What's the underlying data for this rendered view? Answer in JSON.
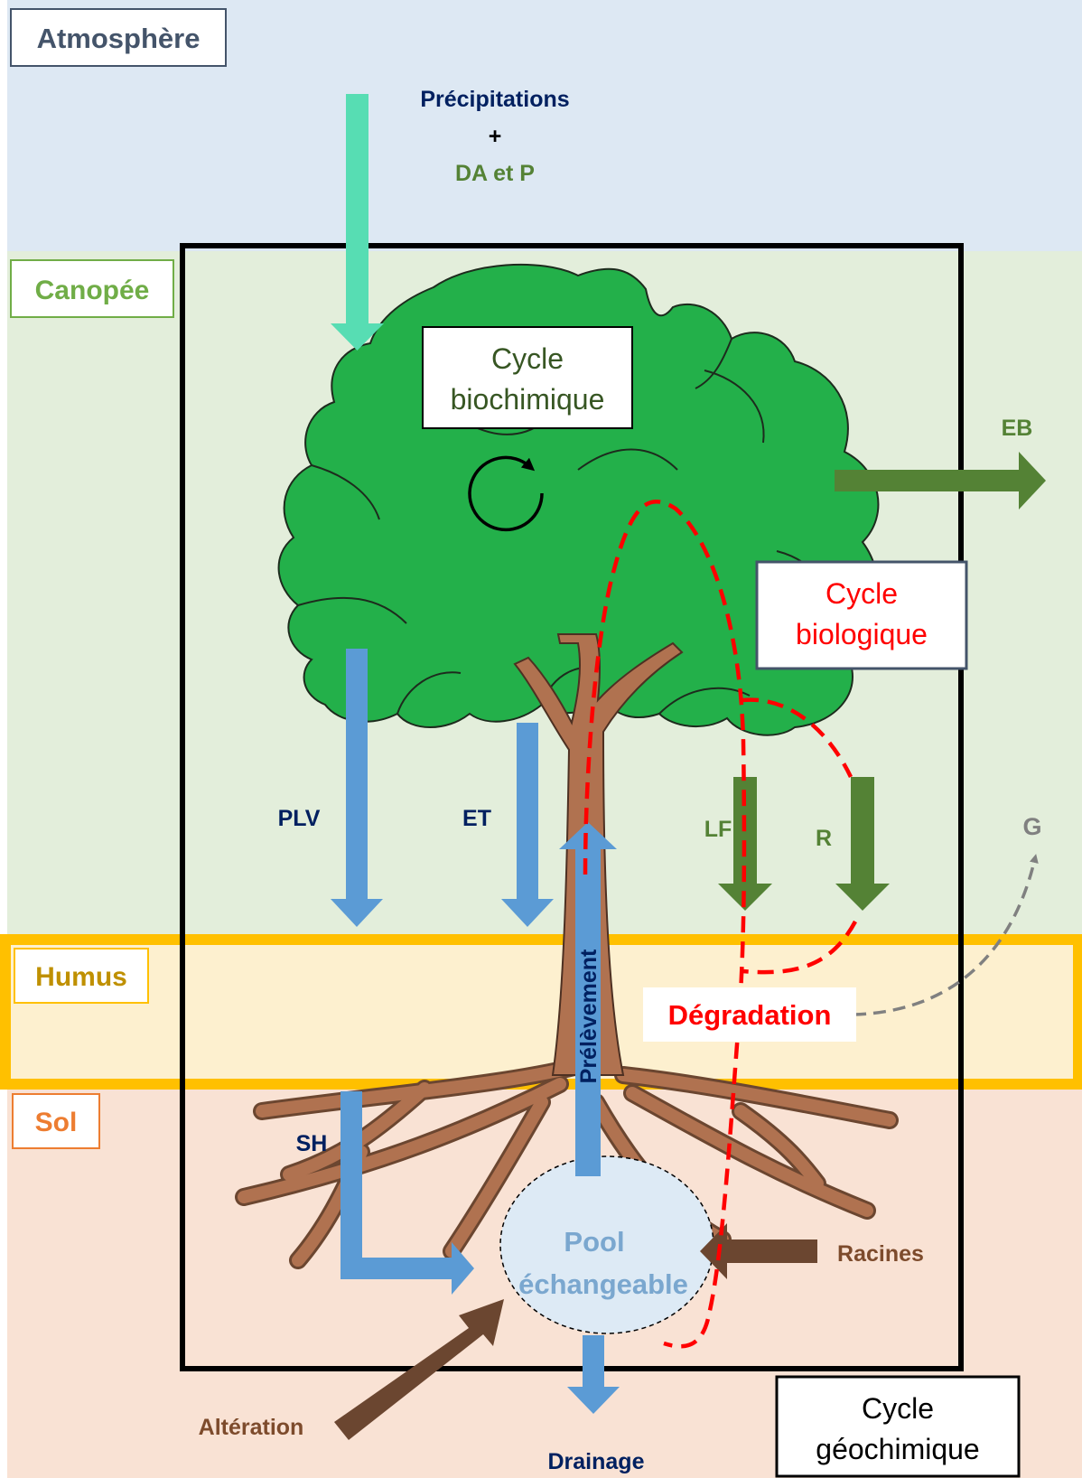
{
  "layers": {
    "atmosphere": "Atmosphère",
    "canopy": "Canopée",
    "humus": "Humus",
    "soil": "Sol"
  },
  "inputs": {
    "line1": "Précipitations",
    "line2": "+",
    "line3": "DA et P"
  },
  "cycles": {
    "biochem_line1": "Cycle",
    "biochem_line2": "biochimique",
    "bio_line1": "Cycle",
    "bio_line2": "biologique",
    "geo_line1": "Cycle",
    "geo_line2": "géochimique"
  },
  "fluxes": {
    "eb": "EB",
    "plv": "PLV",
    "et": "ET",
    "lf": "LF",
    "r": "R",
    "g": "G",
    "sh": "SH",
    "uptake": "Prélèvement",
    "degradation": "Dégradation",
    "roots": "Racines",
    "weathering": "Altération",
    "drainage": "Drainage"
  },
  "pool": {
    "line1": "Pool",
    "line2": "échangeable"
  },
  "colors": {
    "atmosphere_bg": "#dde8f3",
    "canopy_bg": "#e3eedb",
    "humus_bg": "#fdf0cf",
    "soil_bg": "#f9e2d4",
    "humus_border": "#ffc000",
    "blue_arrow": "#5b9bd5",
    "precip_arrow": "#57ddb3",
    "green_arrow": "#548235",
    "brown_arrow": "#6b4630",
    "tree_foliage": "#23b04a",
    "tree_trunk": "#b07250",
    "red_dash": "#ff0000",
    "gray_dash": "#808080",
    "navy_text": "#002060",
    "green_text": "#548235",
    "red_text": "#ff0000",
    "brown_text": "#7d4b2c",
    "pool_text": "#7aa7cf"
  }
}
